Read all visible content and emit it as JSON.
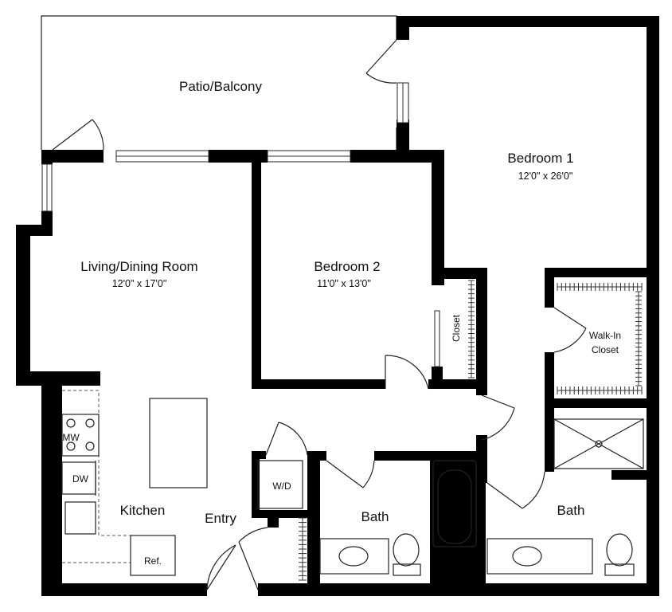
{
  "rooms": {
    "patio": {
      "name": "Patio/Balcony"
    },
    "bedroom1": {
      "name": "Bedroom 1",
      "size": "12'0\" x 26'0\""
    },
    "bedroom2": {
      "name": "Bedroom 2",
      "size": "11'0\" x 13'0\""
    },
    "living": {
      "name": "Living/Dining Room",
      "size": "12'0\" x 17'0\""
    },
    "closet": {
      "name": "Closet"
    },
    "walkin": {
      "line1": "Walk-In",
      "line2": "Closet"
    },
    "kitchen": {
      "name": "Kitchen"
    },
    "entry": {
      "name": "Entry"
    },
    "bath_a": {
      "name": "Bath"
    },
    "bath_b": {
      "name": "Bath"
    }
  },
  "fixtures": {
    "microwave": "MW",
    "dishwasher": "DW",
    "washer_dryer": "W/D",
    "refrigerator": "Ref."
  }
}
